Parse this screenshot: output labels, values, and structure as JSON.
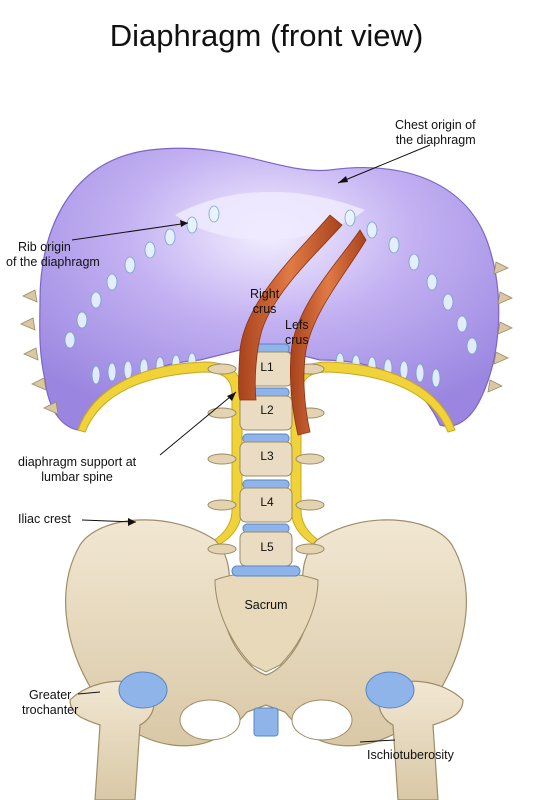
{
  "title": "Diaphragm (front view)",
  "labels": {
    "chest_origin": [
      "Chest origin of",
      "the diaphragm"
    ],
    "rib_origin": [
      "Rib origin",
      "of the diaphragm"
    ],
    "right_crus": [
      "Right",
      "crus"
    ],
    "left_crus": [
      "Lefs",
      "crus"
    ],
    "lumbar_support": [
      "diaphragm support at",
      "lumbar spine"
    ],
    "iliac_crest": "Iliac crest",
    "greater_trochanter": [
      "Greater",
      "trochanter"
    ],
    "ischiotuberosity": "Ischiotuberosity",
    "sacrum": "Sacrum"
  },
  "vertebrae": [
    "L1",
    "L2",
    "L3",
    "L4",
    "L5"
  ],
  "colors": {
    "dome": "#b9a3ee",
    "dome_highlight": "#e9e2ff",
    "tendon": "#f0d23a",
    "crus": "#d1612e",
    "bone": "#e9dcc2",
    "disc": "#8fb4ea"
  }
}
